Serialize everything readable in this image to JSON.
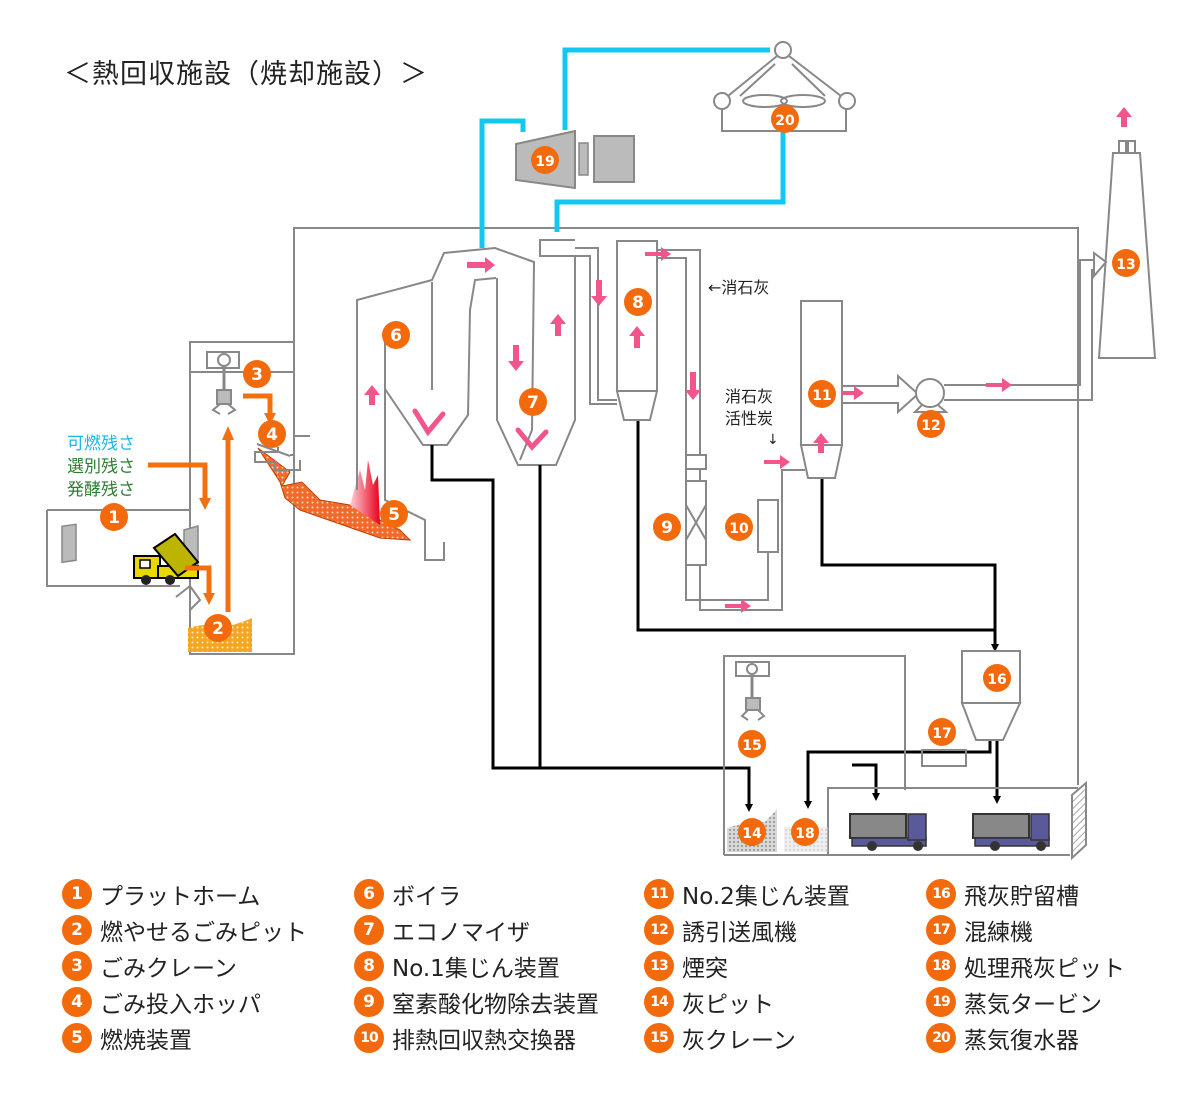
{
  "title": "＜熱回収施設（焼却施設）＞",
  "colors": {
    "badge": "#f26a0b",
    "equipment_line": "#888888",
    "steam_line": "#10c8f0",
    "gas_arrow": "#f2548c",
    "waste_arrow": "#f2700f",
    "ash_line": "#000000"
  },
  "input_labels": [
    {
      "text": "可燃残さ",
      "color": "#1bb8e8"
    },
    {
      "text": "選別残さ",
      "color": "#2e7d32"
    },
    {
      "text": "発酵残さ",
      "color": "#2e7d32"
    }
  ],
  "annotations": {
    "slaked_lime_1": "←消石灰",
    "slaked_lime_2": "消石灰",
    "activated_carbon": "活性炭",
    "down_arrow": "↓"
  },
  "legend": [
    {
      "num": "1",
      "label": "プラットホーム"
    },
    {
      "num": "2",
      "label": "燃やせるごみピット"
    },
    {
      "num": "3",
      "label": "ごみクレーン"
    },
    {
      "num": "4",
      "label": "ごみ投入ホッパ"
    },
    {
      "num": "5",
      "label": "燃焼装置"
    },
    {
      "num": "6",
      "label": "ボイラ"
    },
    {
      "num": "7",
      "label": "エコノマイザ"
    },
    {
      "num": "8",
      "label": "No.1集じん装置"
    },
    {
      "num": "9",
      "label": "窒素酸化物除去装置"
    },
    {
      "num": "10",
      "label": "排熱回収熱交換器"
    },
    {
      "num": "11",
      "label": "No.2集じん装置"
    },
    {
      "num": "12",
      "label": "誘引送風機"
    },
    {
      "num": "13",
      "label": "煙突"
    },
    {
      "num": "14",
      "label": "灰ピット"
    },
    {
      "num": "15",
      "label": "灰クレーン"
    },
    {
      "num": "16",
      "label": "飛灰貯留槽"
    },
    {
      "num": "17",
      "label": "混練機"
    },
    {
      "num": "18",
      "label": "処理飛灰ピット"
    },
    {
      "num": "19",
      "label": "蒸気タービン"
    },
    {
      "num": "20",
      "label": "蒸気復水器"
    }
  ]
}
